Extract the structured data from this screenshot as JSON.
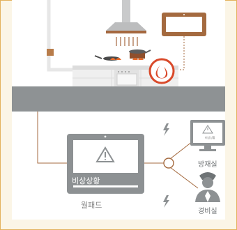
{
  "diagram": {
    "wallpad": {
      "screen_text": "비상상황",
      "label": "월패드"
    },
    "security_room": {
      "screen_text": "비상상황",
      "label": "방재실"
    },
    "guard_room": {
      "label": "경비실"
    },
    "icons": {
      "fire": "fire-icon",
      "alert": "warning-triangle-icon",
      "lightning": "lightning-icon",
      "guard": "security-guard-icon",
      "hood": "range-hood-icon",
      "monitor": "monitor-icon",
      "tablet": "tablet-icon"
    },
    "colors": {
      "frame_border": "#e3b15c",
      "background": "#fbf5e6",
      "floor": "#8e9294",
      "wire": "#a46a3f",
      "fire_circle": "#d9492a",
      "device": "#8d9193"
    }
  }
}
